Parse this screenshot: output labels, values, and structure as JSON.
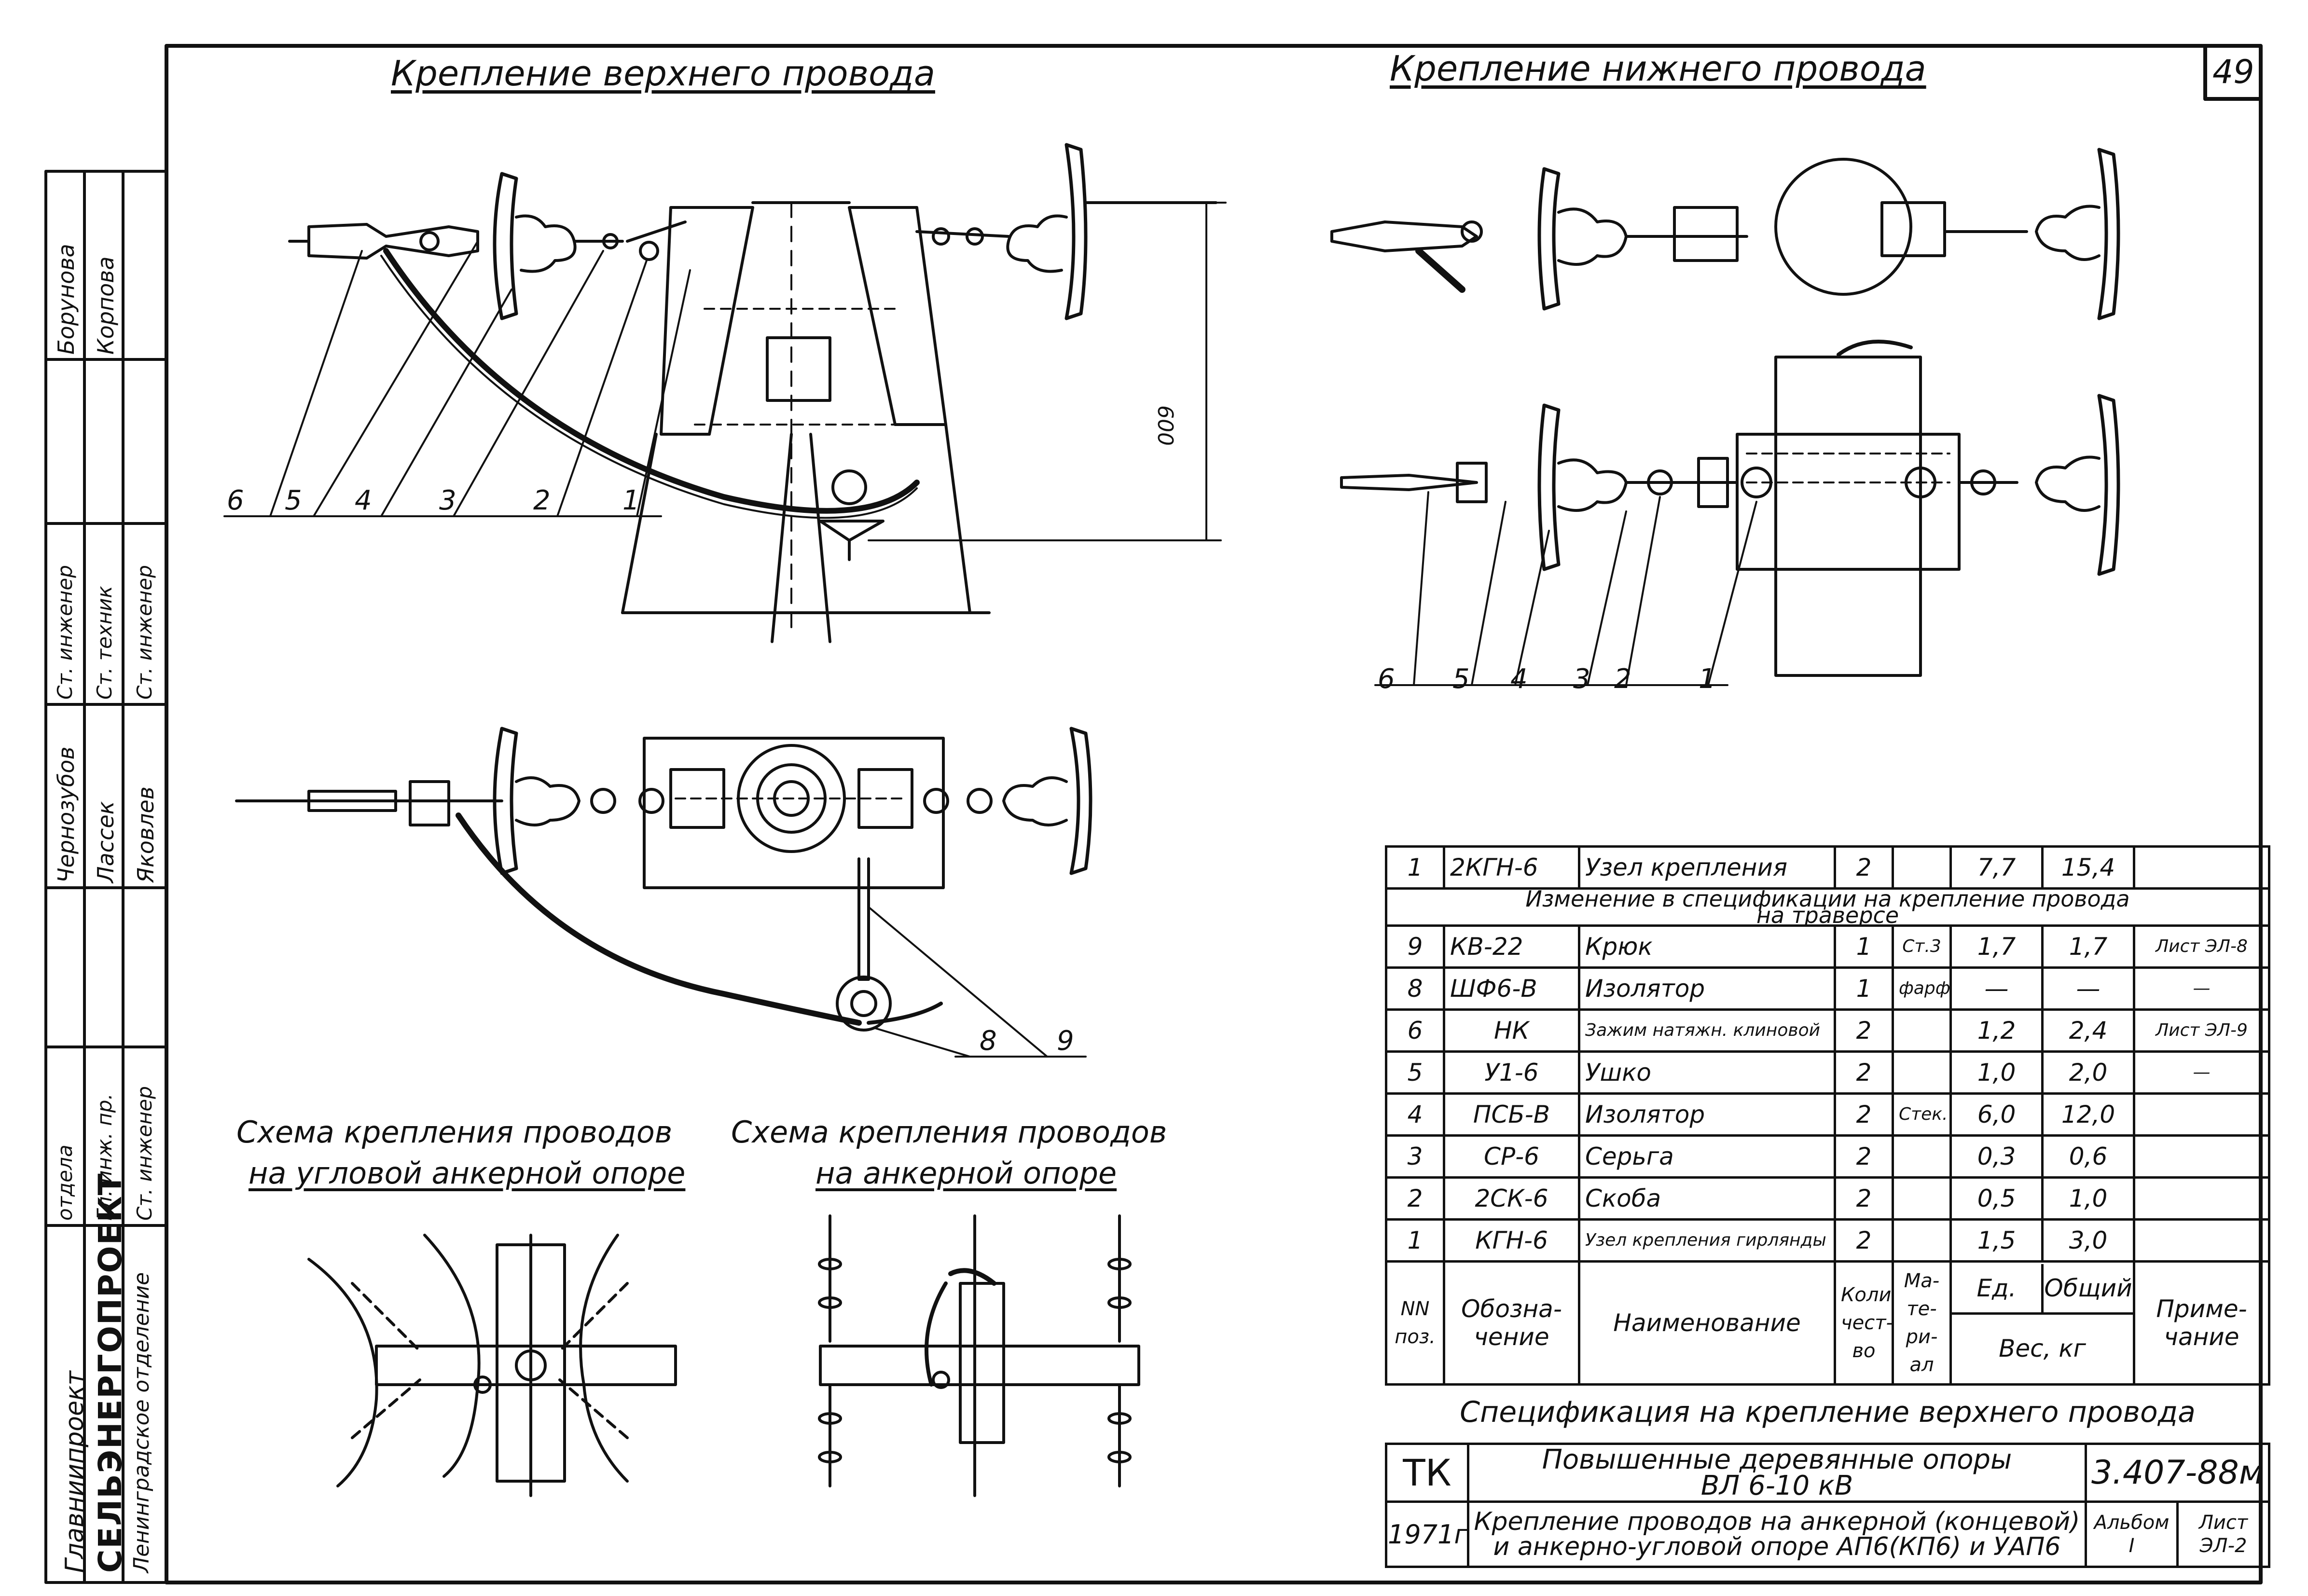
{
  "sheet": {
    "number": "49"
  },
  "views": {
    "upper_title": "Крепление верхнего провода",
    "lower_title": "Крепление нижнего провода",
    "upper_callouts": [
      "6",
      "5",
      "4",
      "3",
      "2",
      "1"
    ],
    "upper_dimension": "600",
    "lower_callouts": [
      "6",
      "5",
      "4",
      "3",
      "2",
      "1"
    ],
    "plan_callouts": [
      "8",
      "9"
    ],
    "scheme_corner_title_1": "Схема крепления проводов",
    "scheme_corner_title_2": "на угловой анкерной опоре",
    "scheme_anchor_title_1": "Схема крепления проводов",
    "scheme_anchor_title_2": "на анкерной опоре"
  },
  "left_block": {
    "org_1": "Главниипроект",
    "org_2": "СЕЛЬЭНЕРГОПРОЕКТ",
    "org_3": "Ленинградское отделение",
    "roles": [
      "Ст. инженер",
      "Гл. инж. пр.",
      "отдела",
      "Ст. инженер",
      "Ст. техник",
      "Ст. инженер"
    ],
    "names": [
      "Яковлев",
      "Лассек",
      "Чернозубов",
      "Корпова",
      "Борунова"
    ]
  },
  "spec_table": {
    "top_row": [
      "1",
      "2КГН-6",
      "Узел крепления",
      "2",
      "",
      "7,7",
      "15,4",
      ""
    ],
    "change_note_1": "Изменение в спецификации на крепление провода",
    "change_note_2": "на траверсе",
    "rows": [
      [
        "9",
        "КВ-22",
        "Крюк",
        "1",
        "Ст.3",
        "1,7",
        "1,7",
        "Лист ЭЛ-8"
      ],
      [
        "8",
        "ШФ6-В",
        "Изолятор",
        "1",
        "фарф",
        "—",
        "—",
        "—"
      ],
      [
        "6",
        "НК",
        "Зажим натяжн. клиновой",
        "2",
        "",
        "1,2",
        "2,4",
        "Лист ЭЛ-9"
      ],
      [
        "5",
        "У1-6",
        "Ушко",
        "2",
        "",
        "1,0",
        "2,0",
        "—"
      ],
      [
        "4",
        "ПСБ-В",
        "Изолятор",
        "2",
        "Стек.",
        "6,0",
        "12,0",
        ""
      ],
      [
        "3",
        "СР-6",
        "Серьга",
        "2",
        "",
        "0,3",
        "0,6",
        ""
      ],
      [
        "2",
        "2СК-6",
        "Скоба",
        "2",
        "",
        "0,5",
        "1,0",
        ""
      ],
      [
        "1",
        "КГН-6",
        "Узел крепления гирлянды",
        "2",
        "",
        "1,5",
        "3,0",
        ""
      ]
    ],
    "header": {
      "pos": "NN поз.",
      "designation": "Обозна-чение",
      "name": "Наименование",
      "qty": "Коли-чест-во",
      "material": "Ма-те-ри-ал",
      "unit": "Ед.",
      "total": "Общий",
      "weight": "Вес, кг",
      "note": "Приме-чание"
    },
    "caption": "Спецификация на крепление верхнего провода"
  },
  "stamp": {
    "org": "ТК",
    "year": "1971г",
    "title_1": "Повышенные деревянные опоры",
    "title_2": "ВЛ 6-10 кВ",
    "title_3": "Крепление проводов на анкерной (концевой)",
    "title_4": "и анкерно-угловой опоре АП6(КП6) и УАП6",
    "code": "3.407-88м",
    "album_label": "Альбом",
    "album": "I",
    "sheet_label": "Лист",
    "sheet": "ЭЛ-2"
  }
}
